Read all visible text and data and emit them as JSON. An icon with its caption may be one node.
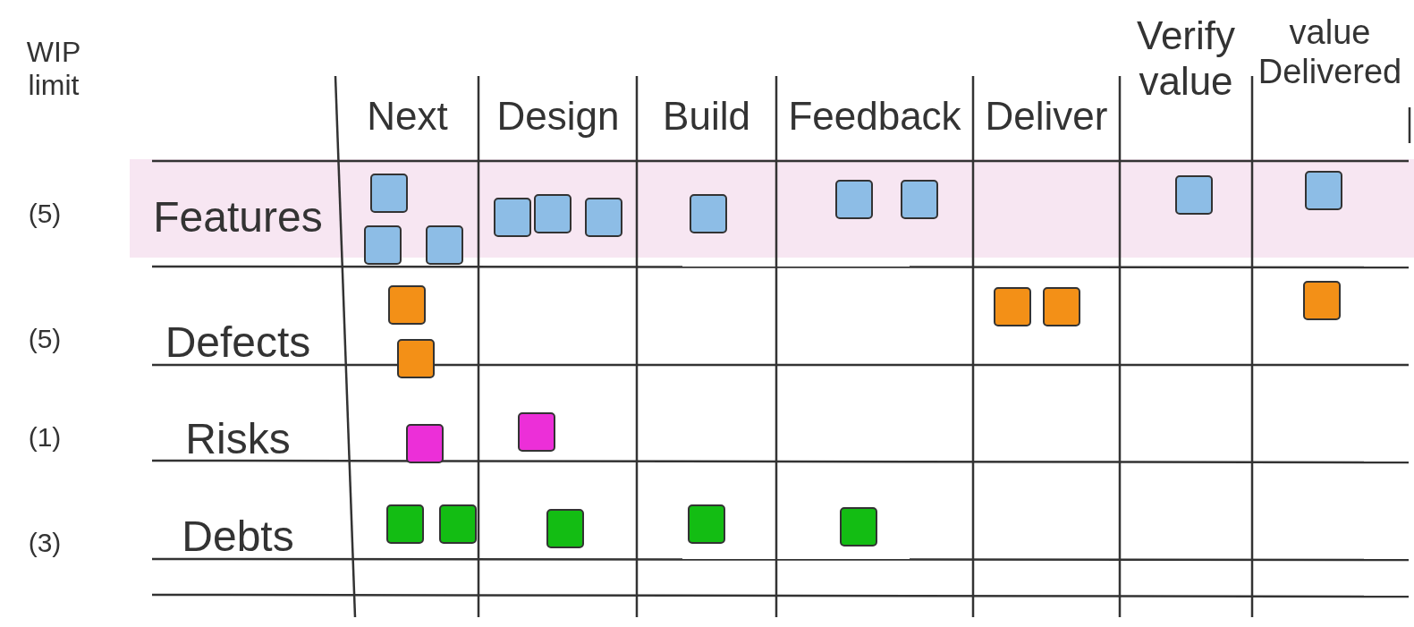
{
  "diagram": {
    "labels": [
      "WIP limit",
      "Next",
      "Design",
      "Build",
      "Feedback",
      "Deliver",
      "Verify value",
      "value Delivered",
      "(5)",
      "Features",
      "(5)",
      "Defects",
      "(1)",
      "Risks",
      "(3)",
      "Debts"
    ]
  }
}
